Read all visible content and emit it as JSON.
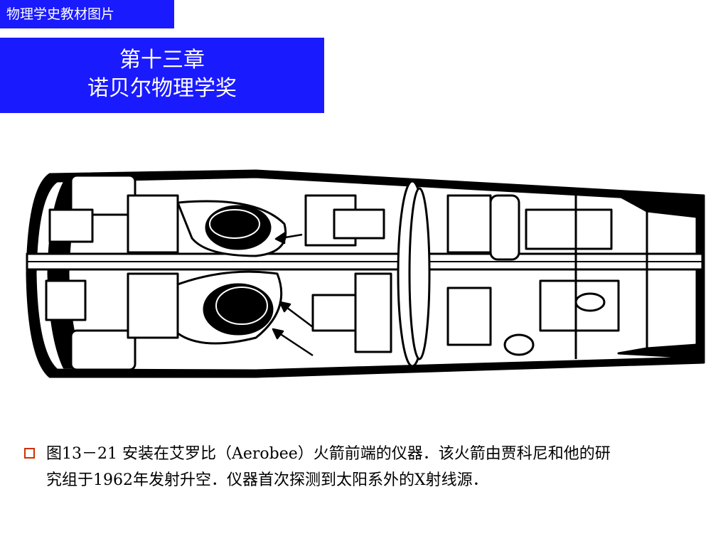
{
  "header": {
    "tag": "物理学史教材图片",
    "chapter": "第十三章",
    "title": "诺贝尔物理学奖"
  },
  "caption": {
    "text": "图13－21 安装在艾罗比（Aerobee）火箭前端的仪器．该火箭由贾科尼和他的研究组于1962年发射升空．仪器首次探测到太阳系外的X射线源．"
  },
  "colors": {
    "header_bg": "#1a1aff",
    "bullet": "#cc3300"
  }
}
